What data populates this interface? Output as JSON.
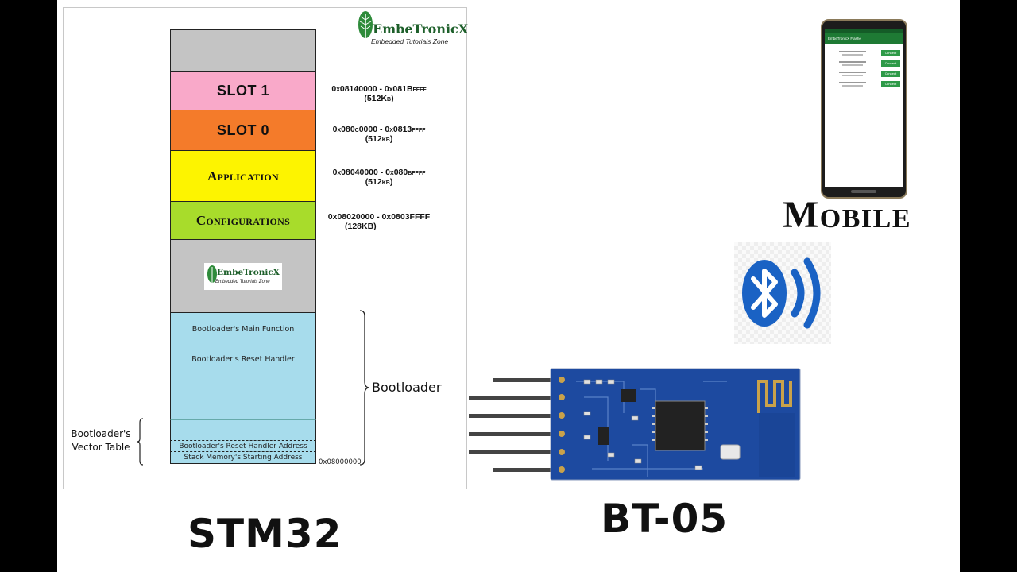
{
  "logo": {
    "title": "EmbeTronicX",
    "subtitle": "Embedded Tutorials Zone"
  },
  "memory_map": {
    "slot1": {
      "label": "SLOT 1",
      "range": "0x08140000 - 0x081Bffff",
      "size": "(512Kb)"
    },
    "slot0": {
      "label": "SLOT 0",
      "range": "0x080c0000 - 0x0813ffff",
      "size": "(512kb)"
    },
    "application": {
      "label": "Application",
      "range": "0x08040000 - 0x080bffff",
      "size": "(512kb)"
    },
    "configurations": {
      "label": "Configurations",
      "range": "0x08020000 - 0x0803FFFF",
      "size": "(128KB)"
    },
    "bootloader_main": "Bootloader's Main Function",
    "bootloader_reset": "Bootloader's Reset Handler",
    "reset_handler_address": "Bootloader's Reset Handler Address",
    "stack_start": "Stack Memory's Starting Address",
    "base_address": "0x08000000",
    "bootloader_brace_label": "Bootloader",
    "vector_table_label_line1": "Bootloader's",
    "vector_table_label_line2": "Vector Table"
  },
  "labels": {
    "stm32": "STM32",
    "bt05": "BT-05",
    "mobile": "Mobile"
  },
  "phone": {
    "app_title": "EmbeTronicX Flashe",
    "connect_label": "Connect",
    "devices": 4
  },
  "colors": {
    "slot1": "#f9a9c9",
    "slot0": "#f47b2a",
    "application": "#fdf400",
    "configurations": "#a8dc2b",
    "gray": "#c4c4c4",
    "bootloader": "#a7dcec",
    "bluetooth": "#1a62c4",
    "pcb": "#1d4aa0",
    "phone_header": "#1e7a34"
  }
}
